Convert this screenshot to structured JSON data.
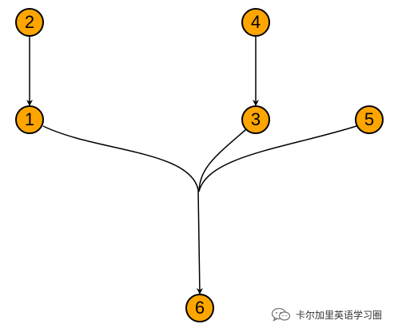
{
  "diagram": {
    "node_fill": "#FFA500",
    "node_stroke": "#000000",
    "edge_color": "#000000",
    "nodes": [
      {
        "id": "2",
        "label": "2"
      },
      {
        "id": "4",
        "label": "4"
      },
      {
        "id": "1",
        "label": "1"
      },
      {
        "id": "3",
        "label": "3"
      },
      {
        "id": "5",
        "label": "5"
      },
      {
        "id": "6",
        "label": "6"
      }
    ],
    "edges": [
      {
        "from": "2",
        "to": "1"
      },
      {
        "from": "4",
        "to": "3"
      },
      {
        "from": "1",
        "to": "6"
      },
      {
        "from": "3",
        "to": "6"
      },
      {
        "from": "5",
        "to": "6"
      }
    ]
  },
  "watermark": {
    "icon": "wechat-icon",
    "text": "卡尔加里英语学习圈"
  }
}
